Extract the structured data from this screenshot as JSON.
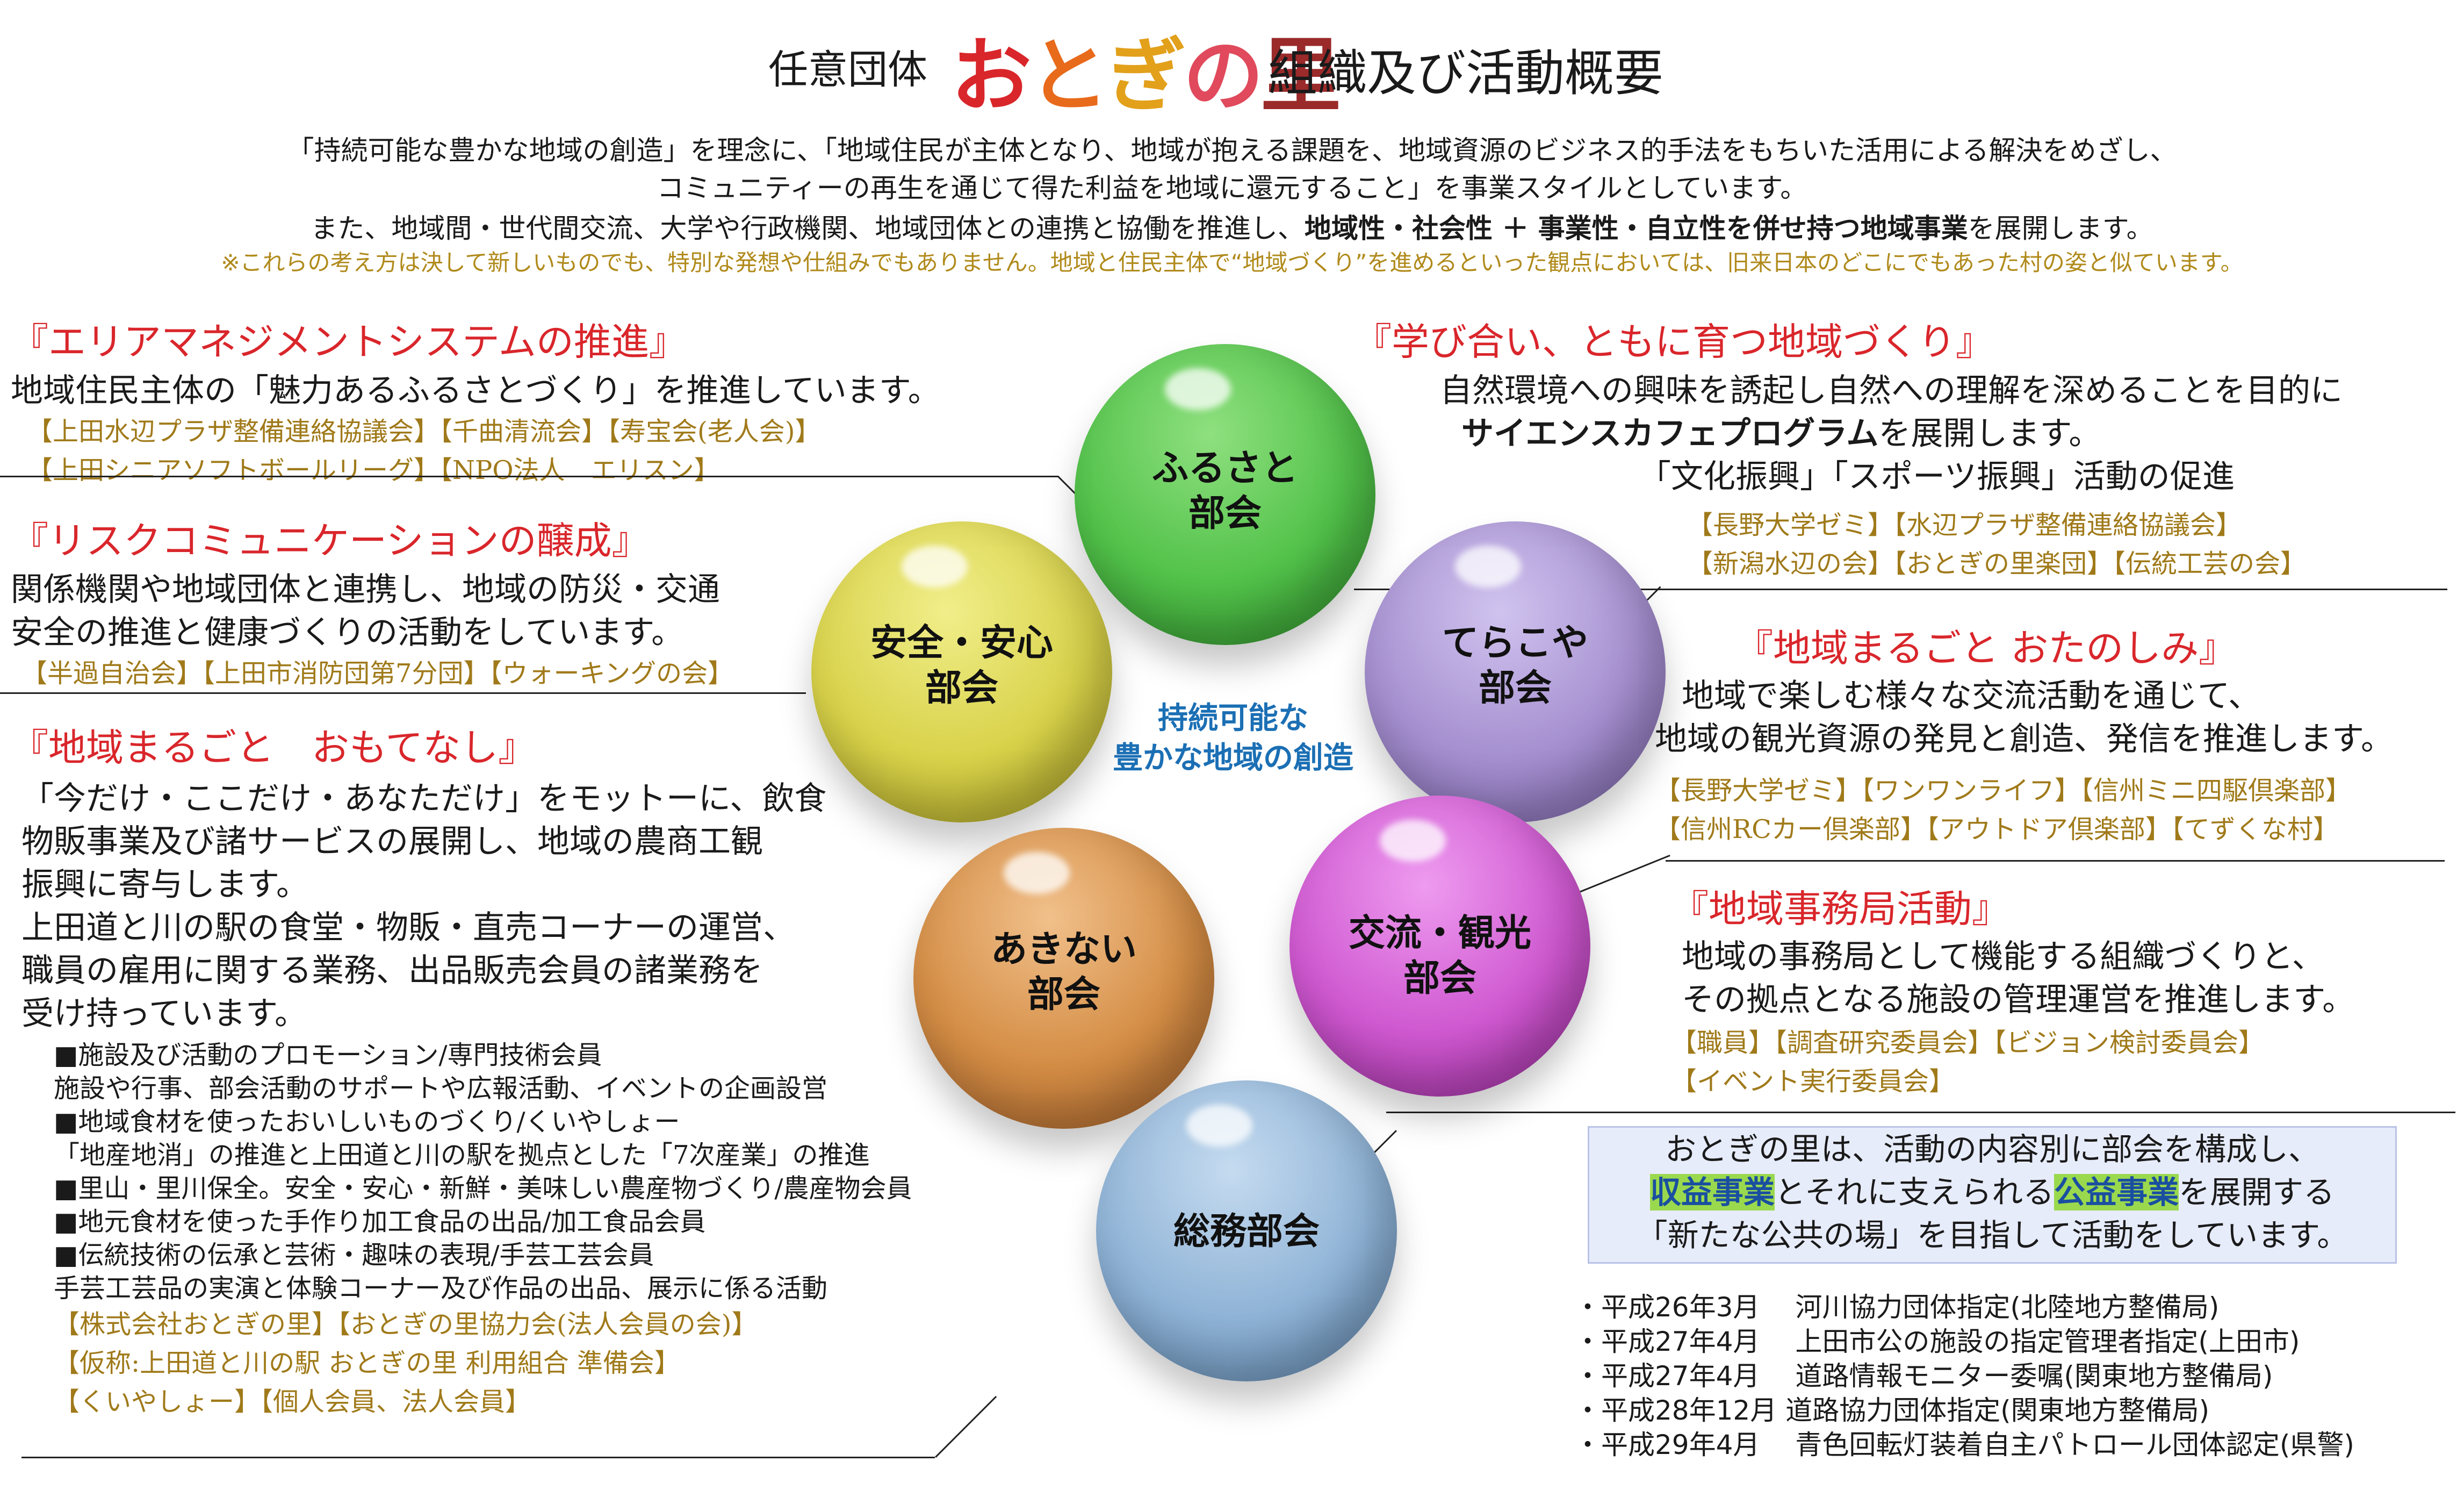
{
  "header": {
    "left": "任意団体",
    "logo": "おとぎの里",
    "right": "組織及び活動概要"
  },
  "intro": {
    "line1": "「持続可能な豊かな地域の創造」を理念に、「地域住民が主体となり、地域が抱える課題を、地域資源のビジネス的手法をもちいた活用による解決をめざし、",
    "line2": "コミュニティーの再生を通じて得た利益を地域に還元すること」を事業スタイルとしています。",
    "line3a": "また、地域間・世代間交流、大学や行政機関、地域団体との連携と協働を推進し、",
    "line3b": "地域性・社会性 ＋ 事業性・自立性を併せ持つ地域事業",
    "line3c": "を展開します。",
    "note": "※これらの考え方は決して新しいものでも、特別な発想や仕組みでもありません。地域と住民主体で“地域づくり”を進めるといった観点においては、旧来日本のどこにでもあった村の姿と似ています。"
  },
  "left": {
    "area": {
      "title": "『エリアマネジメントシステムの推進』",
      "body": "地域住民主体の「魅力あるふるさとづくり」を推進しています。",
      "tags1": "【上田水辺プラザ整備連絡協議会】【千曲清流会】【寿宝会(老人会)】",
      "tags2": "【上田シニアソフトボールリーグ】【NPO法人　エリスン】"
    },
    "risk": {
      "title": "『リスクコミュニケーションの醸成』",
      "body1": "関係機関や地域団体と連携し、地域の防災・交通",
      "body2": "安全の推進と健康づくりの活動をしています。",
      "tags": "【半過自治会】【上田市消防団第7分団】【ウォーキングの会】"
    },
    "omotenashi": {
      "title": "『地域まるごと　おもてなし』",
      "body1": "「今だけ・ここだけ・あなただけ」をモットーに、飲食",
      "body2": "物販事業及び諸サービスの展開し、地域の農商工観",
      "body3": "振興に寄与します。",
      "body4": "上田道と川の駅の食堂・物販・直売コーナーの運営、",
      "body5": "職員の雇用に関する業務、出品販売会員の諸業務を",
      "body6": "受け持っています。",
      "items": [
        "■施設及び活動のプロモーション/専門技術会員",
        "施設や行事、部会活動のサポートや広報活動、イベントの企画設営",
        "■地域食材を使ったおいしいものづくり/くいやしょー",
        "「地産地消」の推進と上田道と川の駅を拠点とした「7次産業」の推進",
        "■里山・里川保全。安全・安心・新鮮・美味しい農産物づくり/農産物会員",
        "■地元食材を使った手作り加工食品の出品/加工食品会員",
        "■伝統技術の伝承と芸術・趣味の表現/手芸工芸会員",
        "手芸工芸品の実演と体験コーナー及び作品の出品、展示に係る活動"
      ],
      "tags1": "【株式会社おとぎの里】【おとぎの里協力会(法人会員の会)】",
      "tags2": "【仮称:上田道と川の駅 おとぎの里 利用組合 準備会】",
      "tags3": "【くいやしょー】【個人会員、法人会員】"
    }
  },
  "right": {
    "manabi": {
      "title": "『学び合い、ともに育つ地域づくり』",
      "body1": "自然環境への興味を誘起し自然への理解を深めることを目的に",
      "body2a": "サイエンスカフェプログラム",
      "body2b": "を展開します。",
      "body3": "「文化振興」「スポーツ振興」活動の促進",
      "tags1": "【長野大学ゼミ】【水辺プラザ整備連絡協議会】",
      "tags2": "【新潟水辺の会】【おとぎの里楽団】【伝統工芸の会】"
    },
    "otanoshimi": {
      "title": "『地域まるごと おたのしみ』",
      "body1": "地域で楽しむ様々な交流活動を通じて、",
      "body2": "地域の観光資源の発見と創造、発信を推進します。",
      "tags1": "【長野大学ゼミ】【ワンワンライフ】【信州ミニ四駆倶楽部】",
      "tags2": "【信州RCカー倶楽部】【アウトドア倶楽部】【てずくな村】"
    },
    "jimukyoku": {
      "title": "『地域事務局活動』",
      "body1": "地域の事務局として機能する組織づくりと、",
      "body2": "その拠点となる施設の管理運営を推進します。",
      "tags1": "【職員】【調査研究委員会】【ビジョン検討委員会】",
      "tags2": "【イベント実行委員会】"
    }
  },
  "spheres": {
    "furusato": "ふるさと\n部会",
    "anzen": "安全・安心\n部会",
    "terakoya": "てらこや\n部会",
    "akinai": "あきない\n部会",
    "koryu": "交流・観光\n部会",
    "somu": "総務部会",
    "center1": "持続可能な",
    "center2": "豊かな地域の創造"
  },
  "callout": {
    "line1": "おとぎの里は、活動の内容別に部会を構成し、",
    "line2a": "収益事業",
    "line2b": "とそれに支えられる",
    "line2c": "公益事業",
    "line2d": "を展開する",
    "line3": "「新たな公共の場」を目指して活動をしています。"
  },
  "certifications": [
    "・平成26年3月　 河川協力団体指定(北陸地方整備局)",
    "・平成27年4月　 上田市公の施設の指定管理者指定(上田市)",
    "・平成27年4月　 道路情報モニター委嘱(関東地方整備局)",
    "・平成28年12月  道路協力団体指定(関東地方整備局)",
    "・平成29年4月　 青色回転灯装着自主パトロール団体認定(県警)"
  ],
  "colors": {
    "title_red": "#d9262b",
    "tag_gold": "#a07a1a",
    "center_blue": "#1b6fb4",
    "sphere_green": "#52c24a",
    "sphere_yellow": "#d8d24a",
    "sphere_purple": "#a58fcf",
    "sphere_orange": "#d48d45",
    "sphere_magenta": "#cf58d0",
    "sphere_blue": "#8fb3d6"
  }
}
